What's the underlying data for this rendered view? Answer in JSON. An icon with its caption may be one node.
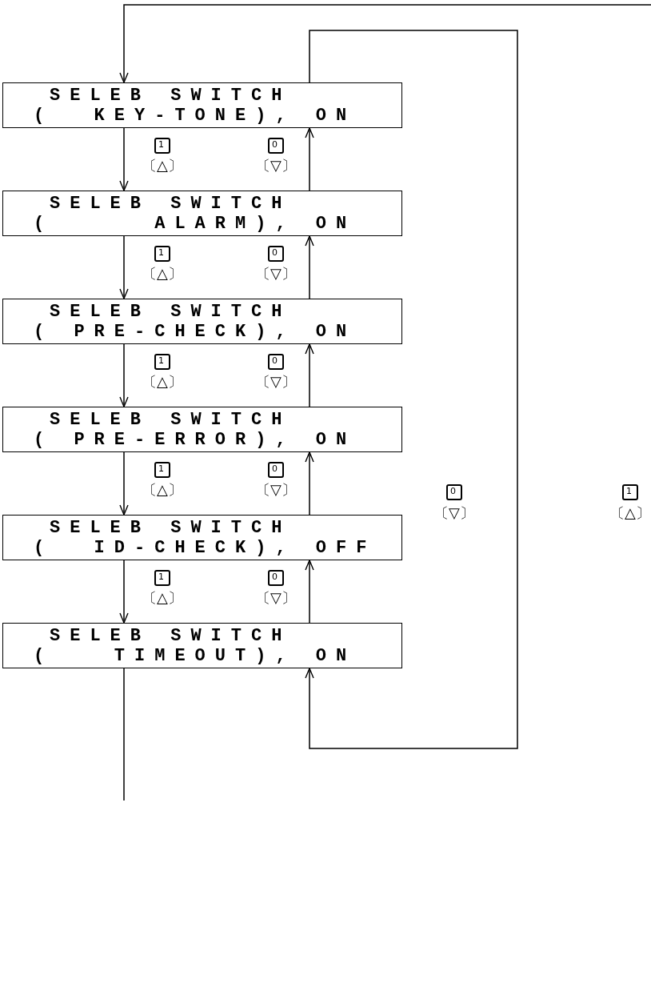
{
  "diagram": {
    "nodes": [
      {
        "text": [
          "SELEB SWITCH",
          "(  KEY-TONE), ON"
        ]
      },
      {
        "text": [
          "SELEB SWITCH",
          "(     ALARM), ON"
        ]
      },
      {
        "text": [
          "SELEB SWITCH",
          "( PRE-CHECK), ON"
        ]
      },
      {
        "text": [
          "SELEB SWITCH",
          "( PRE-ERROR), ON"
        ]
      },
      {
        "text": [
          "SELEB SWITCH",
          "(  ID-CHECK), OFF"
        ]
      },
      {
        "text": [
          "SELEB SWITCH",
          "(   TIMEOUT), ON"
        ]
      }
    ],
    "edges": [
      {
        "from": 0,
        "to": 1,
        "arrow": "to"
      },
      {
        "from": 1,
        "to": 0,
        "arrow": "to"
      },
      {
        "from": 1,
        "to": 2,
        "arrow": "to"
      },
      {
        "from": 2,
        "to": 1,
        "arrow": "to"
      },
      {
        "from": 2,
        "to": 3,
        "arrow": "to"
      },
      {
        "from": 3,
        "to": 2,
        "arrow": "to"
      },
      {
        "from": 3,
        "to": 4,
        "arrow": "to"
      },
      {
        "from": 4,
        "to": 3,
        "arrow": "to"
      },
      {
        "from": 4,
        "to": 5,
        "arrow": "to"
      },
      {
        "from": 5,
        "to": 4,
        "arrow": "to"
      },
      {
        "from": 0,
        "to": 5,
        "arrow": "to"
      },
      {
        "from": null,
        "to": 0,
        "arrow": "to"
      },
      {
        "from": 5,
        "to": null,
        "arrow": "none"
      }
    ],
    "labels": [
      "1",
      "〔△〕",
      "0",
      "〔▽〕",
      "1",
      "〔△〕",
      "0",
      "〔▽〕",
      "1",
      "〔△〕",
      "0",
      "〔▽〕",
      "1",
      "〔△〕",
      "0",
      "〔▽〕",
      "1",
      "〔△〕",
      "0",
      "〔▽〕",
      "0",
      "〔▽〕",
      "1",
      "〔△〕"
    ]
  }
}
